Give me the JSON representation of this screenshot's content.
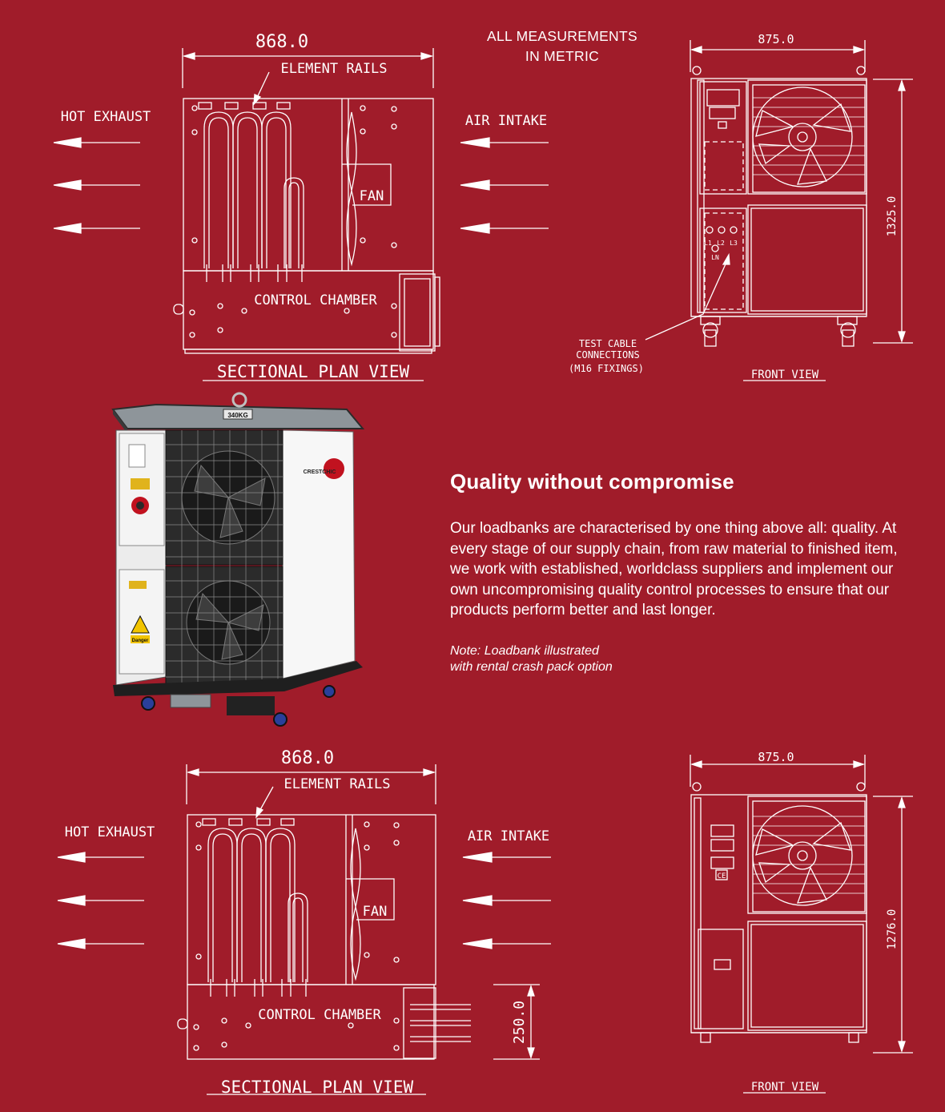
{
  "header": {
    "metric_note_line1": "ALL MEASUREMENTS",
    "metric_note_line2": "IN METRIC"
  },
  "plan_top": {
    "width_dim": "868.0",
    "element_rails": "ELEMENT RAILS",
    "hot_exhaust": "HOT EXHAUST",
    "air_intake": "AIR INTAKE",
    "fan": "FAN",
    "control_chamber": "CONTROL CHAMBER",
    "caption": "SECTIONAL PLAN VIEW"
  },
  "front_top": {
    "width_dim": "875.0",
    "height_dim": "1325.0",
    "test_cable_1": "TEST CABLE",
    "test_cable_2": "CONNECTIONS",
    "test_cable_3": "(M16 FIXINGS)",
    "terminals": [
      "L1",
      "L2",
      "L3",
      "LN"
    ],
    "caption": "FRONT VIEW"
  },
  "photo": {
    "weight_label": "340KG",
    "brand": "CRESTCHIC",
    "danger_label": "Danger"
  },
  "content": {
    "title": "Quality without compromise",
    "body": "Our loadbanks are characterised by one thing above all: quality. At every stage of our supply chain, from raw material to finished item, we work with established, worldclass suppliers and implement our own uncompromising quality control processes to ensure that our products perform better and last longer.",
    "note_line1": "Note: Loadbank illustrated",
    "note_line2": "with rental crash pack option"
  },
  "plan_bottom": {
    "width_dim": "868.0",
    "element_rails": "ELEMENT RAILS",
    "hot_exhaust": "HOT EXHAUST",
    "air_intake": "AIR INTAKE",
    "fan": "FAN",
    "control_chamber": "CONTROL CHAMBER",
    "height_dim": "250.0",
    "caption": "SECTIONAL PLAN VIEW"
  },
  "front_bottom": {
    "width_dim": "875.0",
    "height_dim": "1276.0",
    "ce_mark": "CE",
    "caption": "FRONT VIEW"
  },
  "colors": {
    "background": "#a01c2a",
    "line": "#ffffff"
  }
}
